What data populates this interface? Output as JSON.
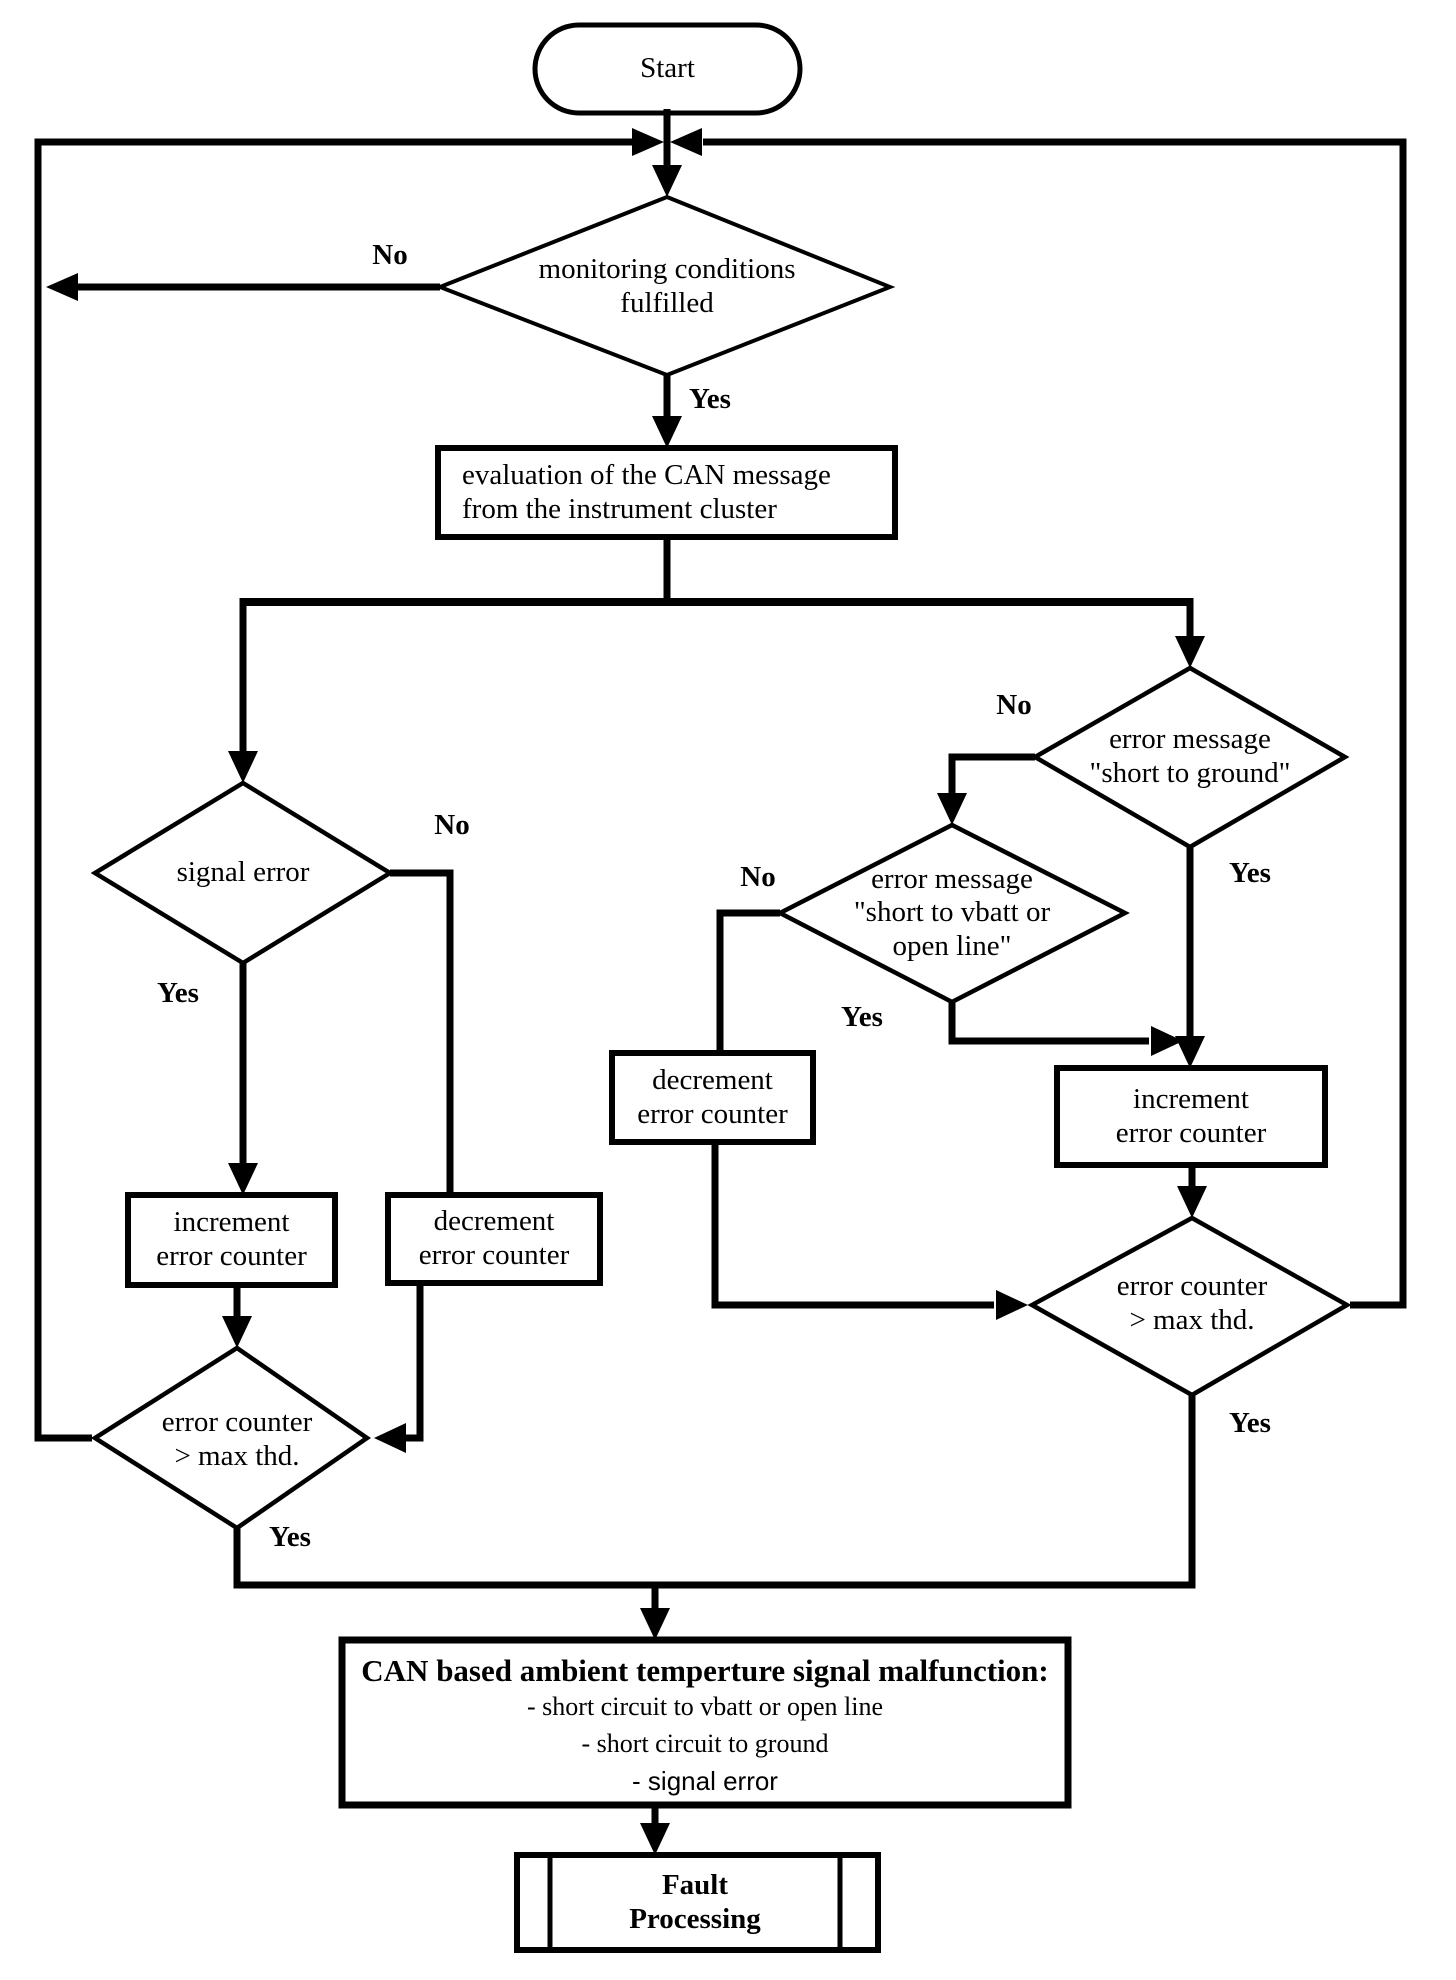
{
  "nodes": {
    "start": {
      "label": "Start"
    },
    "monitoring_conditions": {
      "label": "monitoring conditions\nfulfilled"
    },
    "evaluation": {
      "label": "evaluation of the CAN message\nfrom the instrument cluster"
    },
    "signal_error": {
      "label": "signal error"
    },
    "error_short_ground": {
      "label": "error message\n\"short to ground\""
    },
    "error_short_vbatt": {
      "label": "error message\n\"short to vbatt or\nopen line\""
    },
    "increment_left": {
      "label": "increment\nerror counter"
    },
    "decrement_left": {
      "label": "decrement\nerror counter"
    },
    "decrement_right": {
      "label": "decrement\nerror counter"
    },
    "increment_right": {
      "label": "increment\nerror counter"
    },
    "threshold_left": {
      "label": "error counter\n> max thd."
    },
    "threshold_right": {
      "label": "error counter\n> max thd."
    },
    "malfunction": {
      "title": "CAN based ambient temperture signal malfunction:",
      "items": [
        "- short circuit to vbatt or open line",
        "- short circuit to ground",
        "- signal error"
      ]
    },
    "fault_processing": {
      "label": "Fault\nProcessing"
    }
  },
  "edge_labels": {
    "monitoring_no": "No",
    "monitoring_yes": "Yes",
    "signal_no": "No",
    "signal_yes": "Yes",
    "ground_no": "No",
    "ground_yes": "Yes",
    "vbatt_no": "No",
    "vbatt_yes": "Yes",
    "threshold_left_yes": "Yes",
    "threshold_right_yes": "Yes"
  },
  "colors": {
    "line": "#000000",
    "background": "#ffffff"
  }
}
